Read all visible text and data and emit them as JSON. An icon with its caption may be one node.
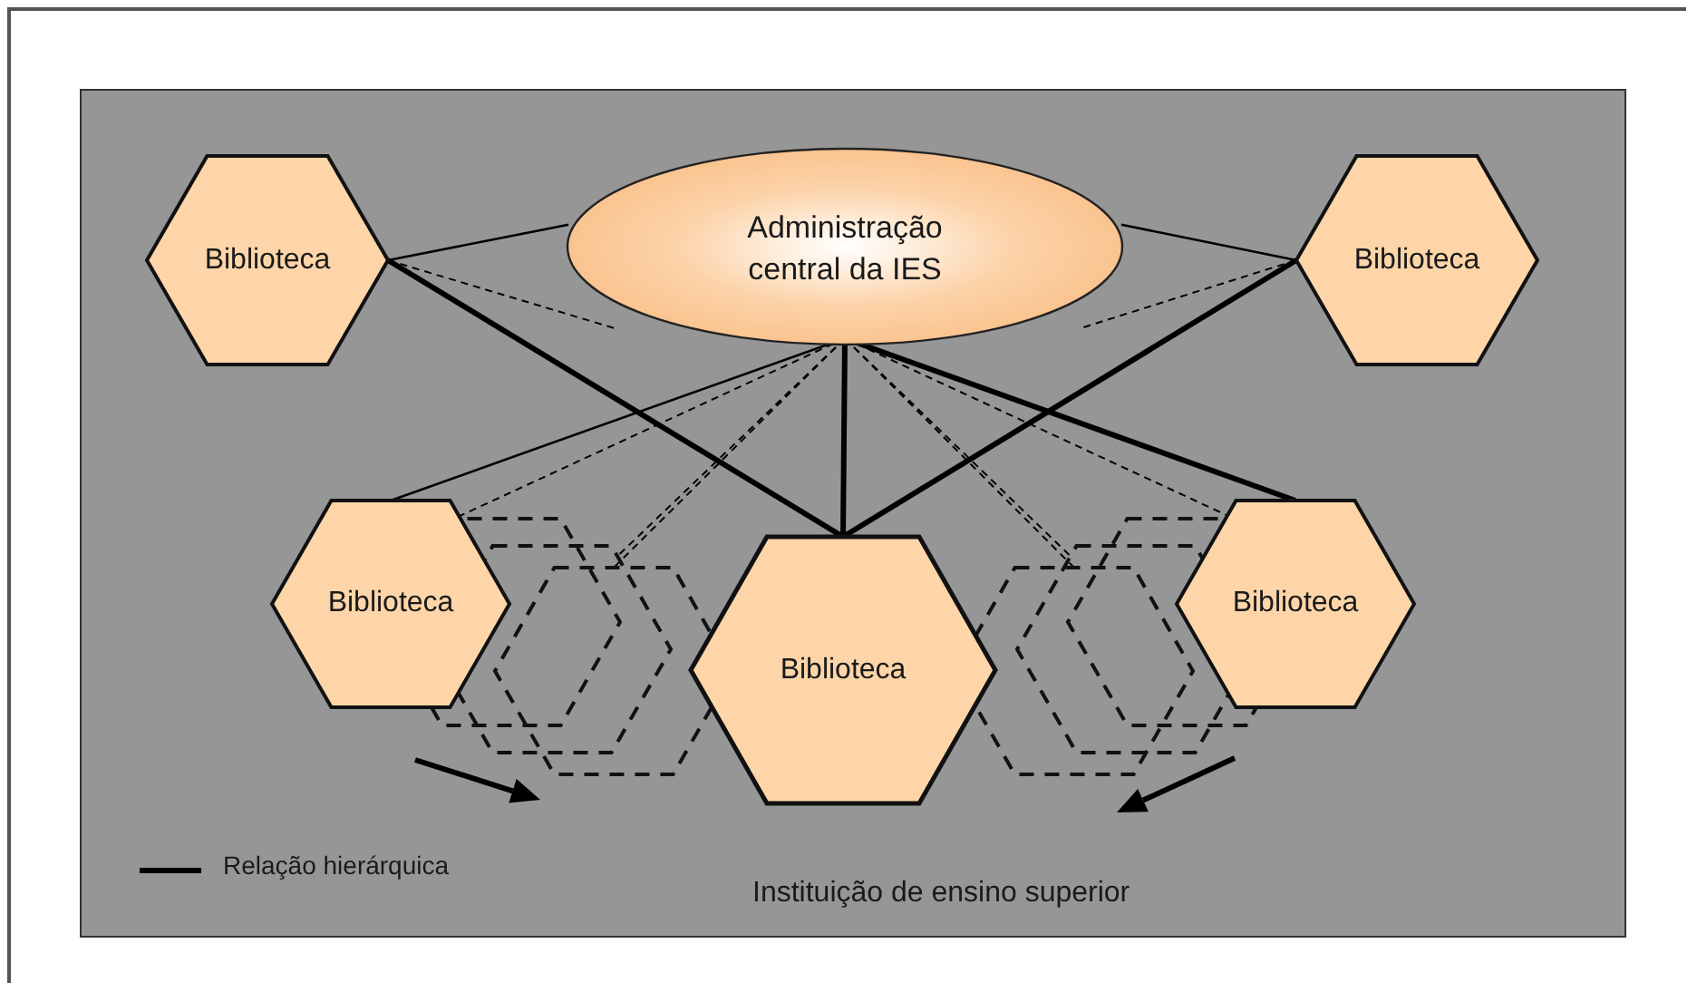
{
  "diagram": {
    "nodes": [
      {
        "text": [
          "Instituição de ensino superior"
        ]
      },
      {
        "text": [
          "Administração central da IES"
        ],
        "in": 0
      },
      {
        "text": [
          "Biblioteca"
        ],
        "in": 0
      },
      {
        "text": [
          "Biblioteca"
        ],
        "in": 0
      },
      {
        "text": [
          "Biblioteca"
        ],
        "in": 0
      },
      {
        "text": [
          "Biblioteca"
        ],
        "in": 0
      },
      {
        "text": [
          "Biblioteca"
        ],
        "in": 0
      },
      {
        "text": [],
        "shape": "hexagon",
        "in": 0
      },
      {
        "text": [],
        "shape": "hexagon",
        "in": 0
      },
      {
        "text": [],
        "shape": "hexagon",
        "in": 0
      },
      {
        "text": [],
        "shape": "hexagon",
        "in": 0
      },
      {
        "text": [],
        "shape": "hexagon",
        "in": 0
      },
      {
        "text": [],
        "shape": "hexagon",
        "in": 0
      }
    ],
    "edges": [
      {
        "from": 1,
        "to": 2,
        "arrow": "none"
      },
      {
        "from": 1,
        "to": 3,
        "arrow": "none"
      },
      {
        "from": 1,
        "to": 4,
        "arrow": "none"
      },
      {
        "from": 1,
        "to": 5,
        "arrow": "none",
        "style": "thick"
      },
      {
        "from": 1,
        "to": 6,
        "arrow": "none",
        "style": "thick"
      },
      {
        "from": 2,
        "to": 5,
        "arrow": "none",
        "style": "thick"
      },
      {
        "from": 3,
        "to": 5,
        "arrow": "none",
        "style": "thick"
      },
      {
        "from": 2,
        "to": null,
        "arrow": "none",
        "style": "dashed"
      },
      {
        "from": 3,
        "to": null,
        "arrow": "none",
        "style": "dashed"
      },
      {
        "from": 1,
        "to": 7,
        "arrow": "none",
        "style": "dashed"
      },
      {
        "from": 1,
        "to": 8,
        "arrow": "none",
        "style": "dashed"
      },
      {
        "from": 1,
        "to": 9,
        "arrow": "none",
        "style": "dashed"
      },
      {
        "from": 1,
        "to": 10,
        "arrow": "none",
        "style": "dashed"
      },
      {
        "from": 1,
        "to": 11,
        "arrow": "none",
        "style": "dashed"
      },
      {
        "from": 1,
        "to": 12,
        "arrow": "none",
        "style": "dashed"
      }
    ],
    "legend": [
      {
        "text": "Relação hierárquica"
      }
    ]
  }
}
